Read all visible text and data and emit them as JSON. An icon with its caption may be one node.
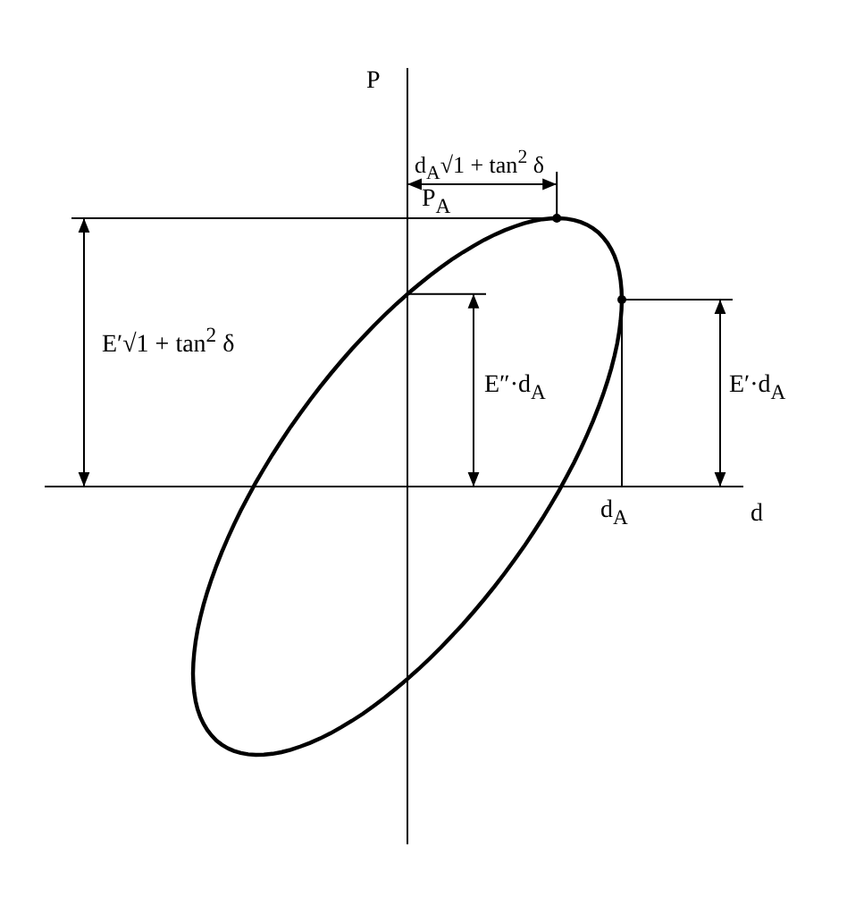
{
  "diagram": {
    "labels": [
      "P",
      "d$_{A}$√1 + tan$^{2}$ δ",
      "P$_{A}$",
      "E′√1 + tan$^{2}$ δ",
      "E″·d$_{A}$",
      "E′·d$_{A}$",
      "d$_{A}$",
      "d"
    ]
  }
}
